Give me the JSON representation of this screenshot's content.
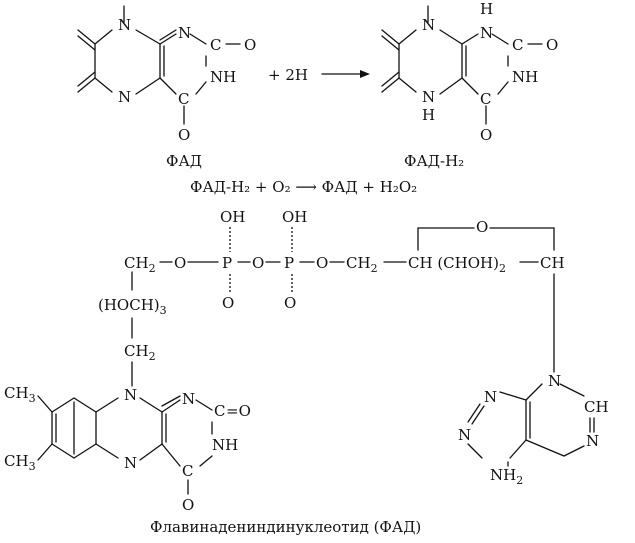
{
  "top_reaction": {
    "plus_2h": "+ 2H",
    "reactant_label": "ФАД",
    "product_label": "ФАД-H₂",
    "equation": "ФАД-H₂ + O₂ ⟶ ФАД + H₂O₂"
  },
  "atoms": {
    "N": "N",
    "C": "C",
    "O": "O",
    "H": "H",
    "NH": "NH",
    "OH": "OH",
    "P": "P",
    "CH": "CH",
    "CH3": "CH",
    "sub3": "3",
    "sub2": "2",
    "CH2": "CH",
    "HOCH3": "(HOCH)",
    "CHOH2": "CH (CHOH)",
    "NH2": "NH",
    "eq_o": "=O",
    "dash_o": "—O"
  },
  "caption": "Флавинадениндинуклеотид (ФАД)"
}
